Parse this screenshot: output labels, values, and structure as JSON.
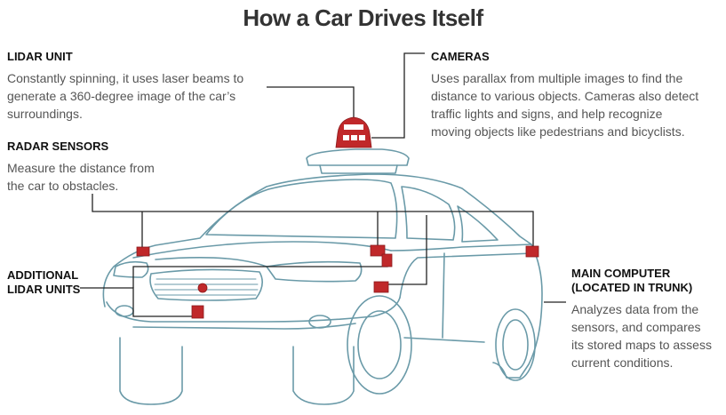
{
  "title": "How a Car Drives Itself",
  "callouts": {
    "lidar": {
      "heading": "LIDAR UNIT",
      "lines": [
        "Constantly spinning, it uses laser beams to",
        "generate a 360-degree image of the car’s",
        "surroundings."
      ]
    },
    "radar": {
      "heading": "RADAR SENSORS",
      "lines": [
        "Measure the distance from",
        "the car to obstacles."
      ]
    },
    "additional": {
      "heading_lines": [
        "ADDITIONAL",
        "LIDAR UNITS"
      ]
    },
    "cameras": {
      "heading": "CAMERAS",
      "lines": [
        "Uses parallax from multiple images to find the",
        "distance to various objects. Cameras also detect",
        "traffic lights and signs, and help recognize",
        "moving objects like pedestrians and bicyclists."
      ]
    },
    "computer": {
      "heading_lines": [
        "MAIN COMPUTER",
        "(LOCATED IN TRUNK)"
      ],
      "lines": [
        "Analyzes data from the",
        "sensors, and compares",
        "its stored maps to assess",
        "current conditions."
      ]
    }
  },
  "colors": {
    "car_outline": "#6a9aa8",
    "sensor": "#c0282a",
    "leader": "#222222"
  }
}
